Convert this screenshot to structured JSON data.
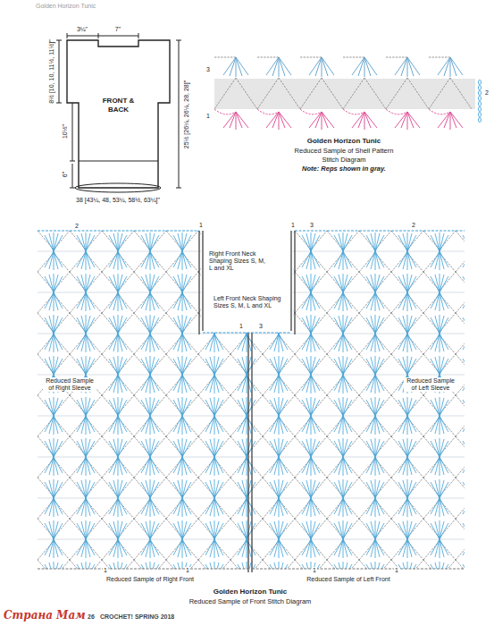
{
  "diagram": {
    "title": "Golden Horizon Tunic",
    "nodes": [
      {
        "text": [
          "FRONT & BACK"
        ]
      }
    ],
    "labels": [
      "3¼\"",
      "7\"",
      "8½ [10, 10, 11½, 11½]\"",
      "10½\"",
      "6\"",
      "25½ [26¼, 26¼, 28, 28]\"",
      "38 [43¼, 48, 53¼, 58½, 63¼]\"",
      "3",
      "1",
      "2",
      "Golden Horizon Tunic",
      "Reduced Sample of Shell Pattern",
      "Stitch Diagram",
      "Note: Reps shown in gray.",
      "Right Front Neck Shaping Sizes S, M, L and XL",
      "Left Front Neck Shaping Sizes S, M, L and XL",
      "Reduced Sample of Right Sleeve",
      "Reduced Sample of Left Sleeve",
      "Reduced Sample of Right Front",
      "Reduced Sample of Left Front",
      "Golden Horizon Tunic",
      "Reduced Sample of Front Stitch Diagram",
      "2",
      "1",
      "1",
      "3",
      "2",
      "1",
      "3",
      "1",
      "1",
      "1",
      "1",
      "26",
      "CROCHET! SPRING 2018",
      "Страна Мам"
    ]
  }
}
